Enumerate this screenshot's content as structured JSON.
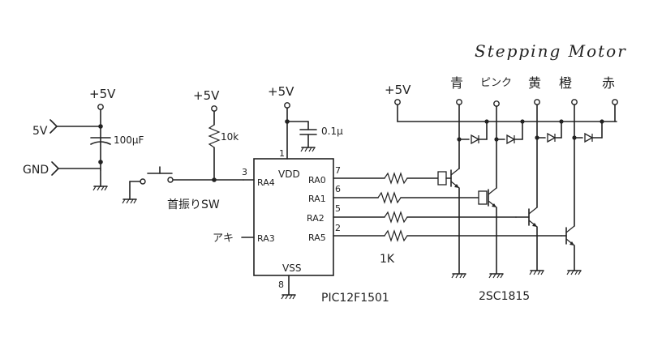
{
  "title": "Stepping Motor",
  "power": {
    "v5_input": "+5V",
    "label_5v": "5V",
    "label_gnd": "GND",
    "cap_input": "100μF",
    "v5_pullup": "+5V",
    "resistor_pullup": "10k",
    "v5_ic": "+5V",
    "cap_ic": "0.1μ",
    "v5_motor": "+5V"
  },
  "switch_label": "首振りSW",
  "unused_label": "アキ",
  "ic": {
    "part": "PIC12F1501",
    "vdd": "VDD",
    "vss": "VSS",
    "pin_vdd": "1",
    "pin_vss": "8",
    "left_pins": [
      {
        "name": "RA4",
        "num": "3"
      },
      {
        "name": "RA3",
        "num": ""
      }
    ],
    "right_pins": [
      {
        "name": "RA0",
        "num": "7"
      },
      {
        "name": "RA1",
        "num": "6"
      },
      {
        "name": "RA2",
        "num": "5"
      },
      {
        "name": "RA5",
        "num": "2"
      }
    ]
  },
  "base_resistor": "1K",
  "transistor": "2SC1815",
  "motor_wires": [
    "青",
    "ピンク",
    "黄",
    "橙",
    "赤"
  ]
}
